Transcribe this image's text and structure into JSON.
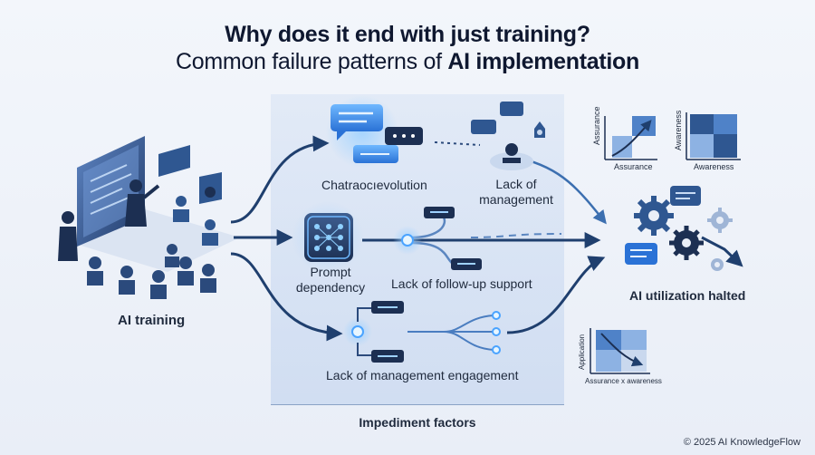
{
  "title": {
    "line1": "Why does it end with just training?",
    "line2_prefix": "Common failure patterns of ",
    "line2_bold": "AI implementation"
  },
  "left": {
    "label": "AI training"
  },
  "branches": {
    "top_label": "Chatraocıevolution",
    "middle_label_line1": "Prompt",
    "middle_label_line2": "dependency",
    "bottom_label": "Lack of management engagement"
  },
  "factors": {
    "management_line1": "Lack of",
    "management_line2": "management",
    "follow_up": "Lack of follow-up support"
  },
  "panel": {
    "label": "Impediment factors"
  },
  "right": {
    "label": "AI utilization halted",
    "chart_top_left": {
      "ylabel": "Assurance",
      "xlabel": "Assurance"
    },
    "chart_top_right": {
      "ylabel": "Awareness",
      "xlabel": "Awareness"
    },
    "chart_bottom": {
      "ylabel": "Application",
      "xlabel": "Assurance x awareness"
    }
  },
  "footer": {
    "copyright": "© 2025 AI KnowledgeFlow"
  },
  "colors": {
    "accent": "#1f4e8c",
    "glow": "#4aa3ff",
    "dark": "#1b2a44"
  }
}
